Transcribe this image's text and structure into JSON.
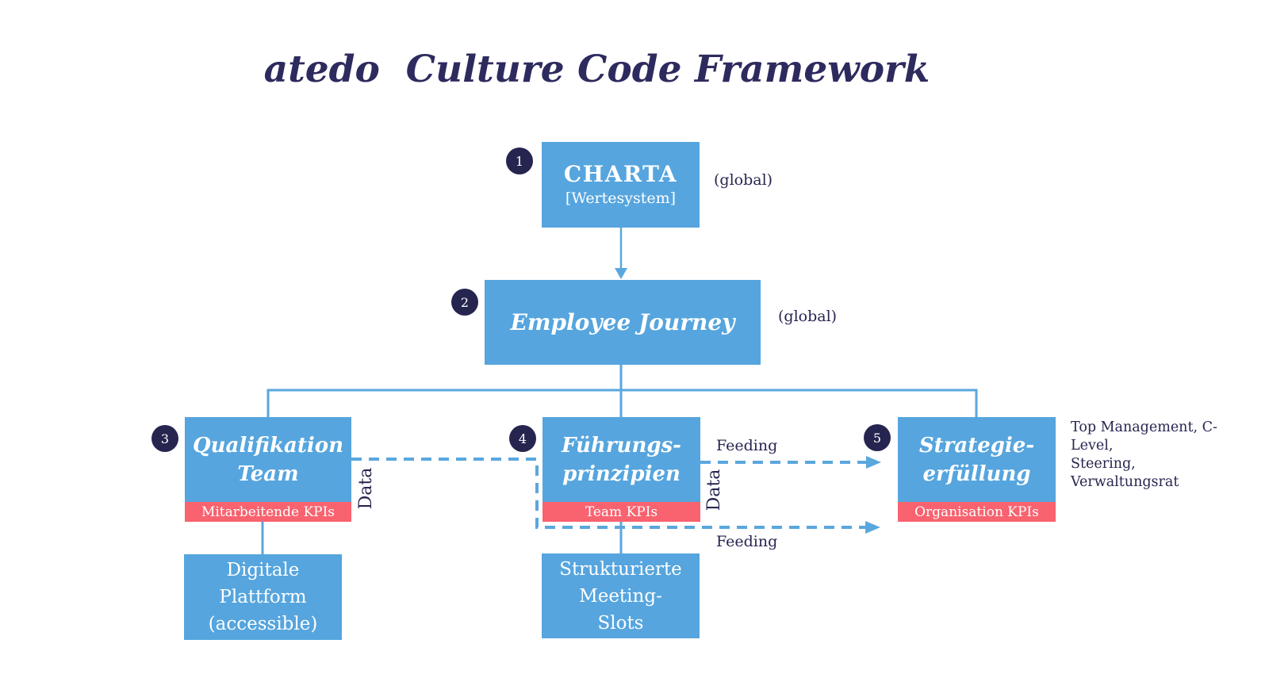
{
  "title": "atedo  Culture Code Framework",
  "colors": {
    "box_blue": "#56a5de",
    "kpi_red": "#f9626f",
    "navy": "#262550",
    "title_navy": "#2d2b5e",
    "connector_blue": "#5aa7de"
  },
  "nodes": {
    "charta": {
      "number": "1",
      "title": "CHARTA",
      "subtitle": "[Wertesystem]",
      "tag": "(global)"
    },
    "employee_journey": {
      "number": "2",
      "title": "Employee Journey",
      "tag": "(global)"
    },
    "qualifikation_team": {
      "number": "3",
      "title_line1": "Qualifikation",
      "title_line2": "Team",
      "kpi_label": "Mitarbeitende KPIs"
    },
    "fuehrungsprinzipien": {
      "number": "4",
      "title_line1": "Führungs-",
      "title_line2": "prinzipien",
      "kpi_label": "Team KPIs"
    },
    "strategieerfuellung": {
      "number": "5",
      "title_line1": "Strategie-",
      "title_line2": "erfüllung",
      "kpi_label": "Organisation KPIs",
      "annotation_line1": "Top Management, C-Level,",
      "annotation_line2": "Steering, Verwaltungsrat"
    },
    "digitale_plattform": {
      "line1": "Digitale",
      "line2": "Plattform",
      "line3": "(accessible)"
    },
    "meeting_slots": {
      "line1": "Strukturierte",
      "line2": "Meeting-",
      "line3": "Slots"
    }
  },
  "edge_labels": {
    "data_qualifikation": "Data",
    "data_fuehrung": "Data",
    "feeding_top": "Feeding",
    "feeding_bottom": "Feeding"
  }
}
